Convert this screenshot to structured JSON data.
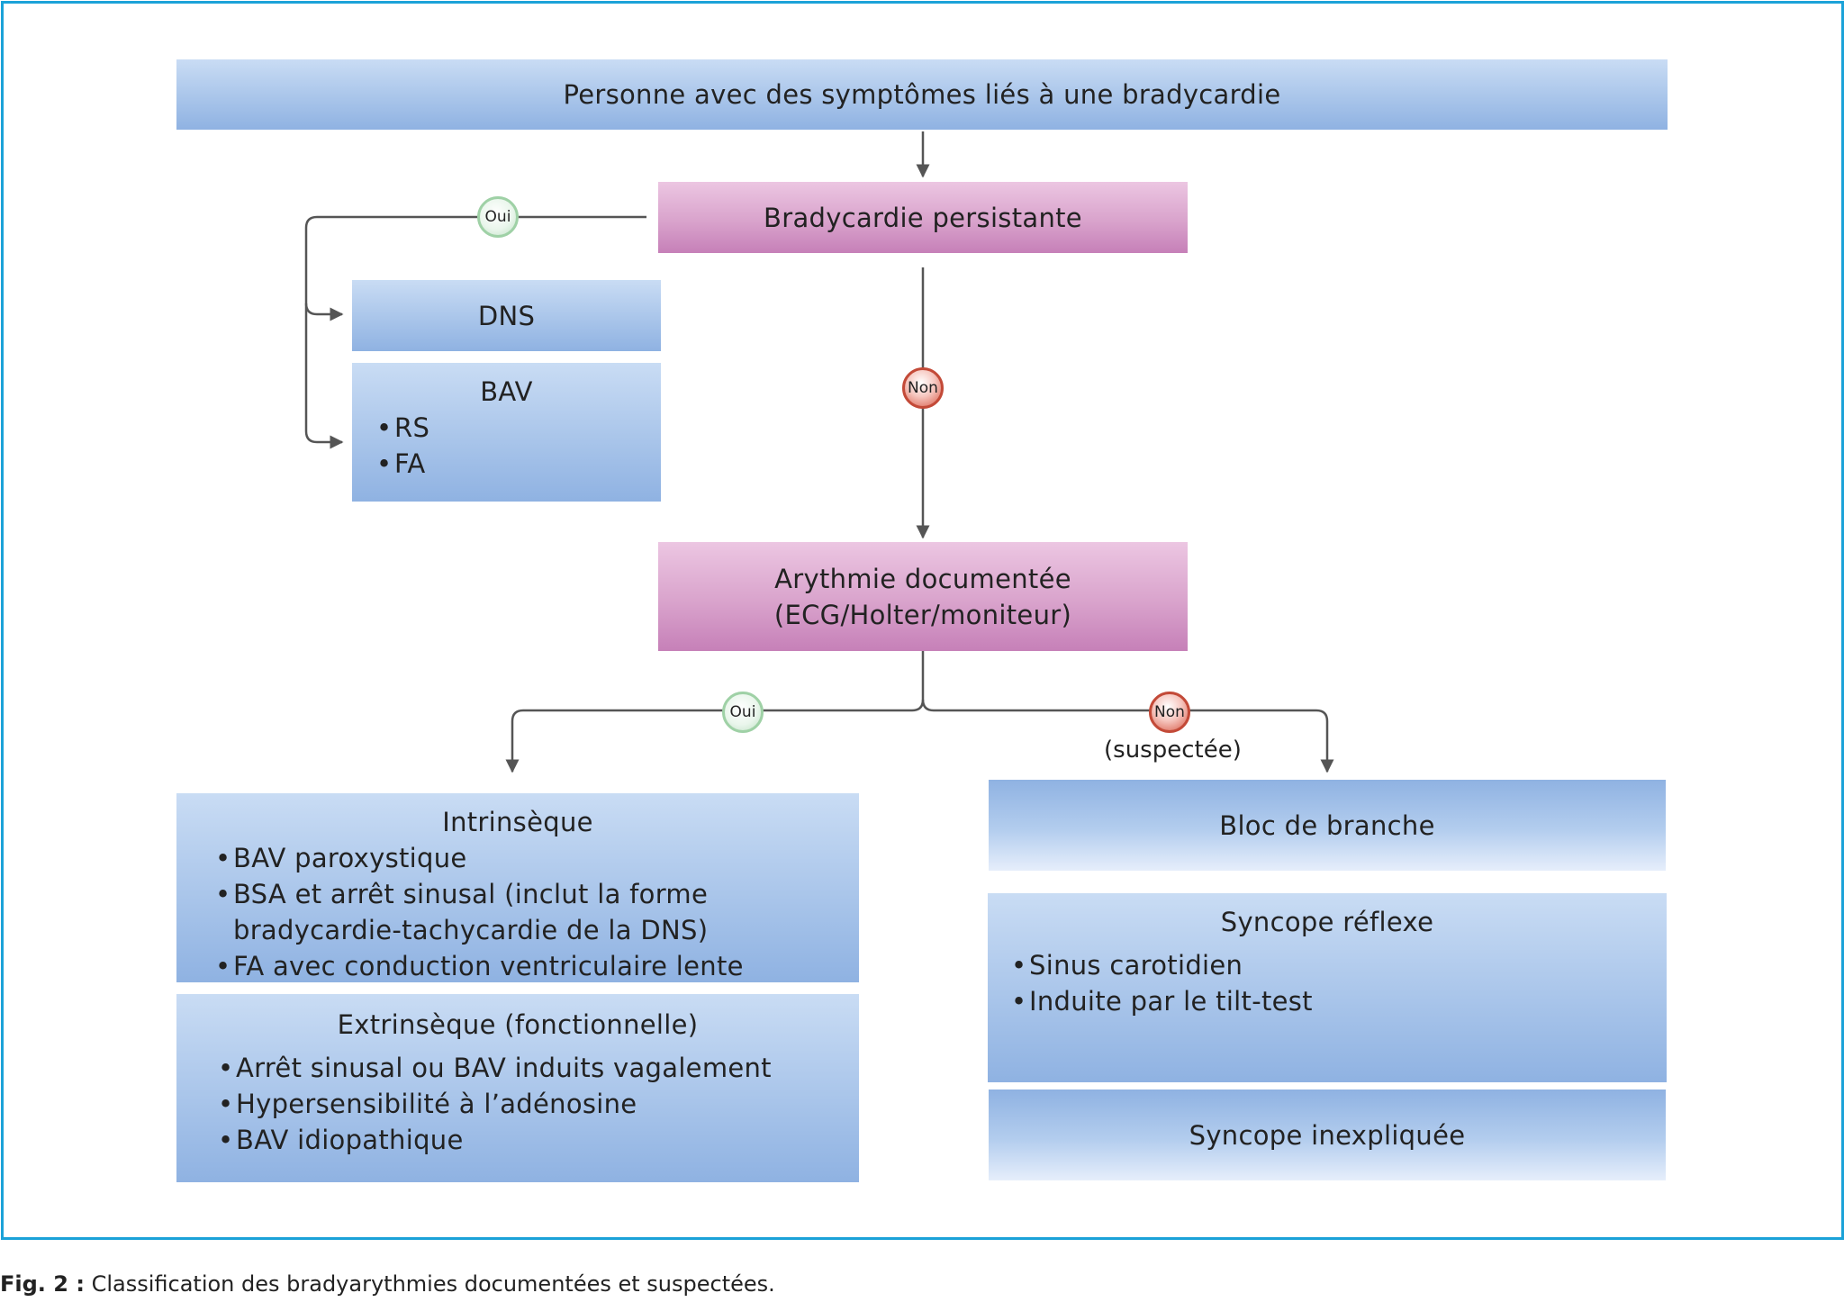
{
  "nodes": {
    "root": "Personne avec des symptômes liés à une bradycardie",
    "persistante": "Bradycardie persistante",
    "dns": "DNS",
    "bav": {
      "title": "BAV",
      "items": [
        "RS",
        "FA"
      ]
    },
    "arythmie": {
      "line1": "Arythmie documentée",
      "line2": "(ECG/Holter/moniteur)"
    },
    "intrinseque": {
      "title": "Intrinsèque",
      "items": [
        "BAV paroxystique",
        "BSA et arrêt sinusal (inclut la forme bradycardie-tachycardie de la DNS)",
        "FA avec conduction ventriculaire lente"
      ]
    },
    "extrinseque": {
      "title": "Extrinsèque (fonctionnelle)",
      "items": [
        "Arrêt sinusal ou BAV induits vagalement",
        "Hypersensibilité à l’adénosine",
        "BAV idiopathique"
      ]
    },
    "bloc": "Bloc de branche",
    "syncope_reflexe": {
      "title": "Syncope réflexe",
      "items": [
        "Sinus carotidien",
        "Induite par le tilt-test"
      ]
    },
    "syncope_inexpliquee": "Syncope inexpliquée"
  },
  "badges": {
    "oui": "Oui",
    "non": "Non"
  },
  "suspectee_label": "(suspectée)",
  "caption": {
    "label": "Fig. 2 :",
    "text": "Classification des bradyarythmies documentées et suspectées."
  },
  "colors": {
    "frame": "#1ba2d8",
    "blue_box": "#a9c5ea",
    "pink_box": "#d9a3cc",
    "connector": "#555555",
    "oui_badge": "#9fd1a6",
    "non_badge": "#c34a38"
  }
}
